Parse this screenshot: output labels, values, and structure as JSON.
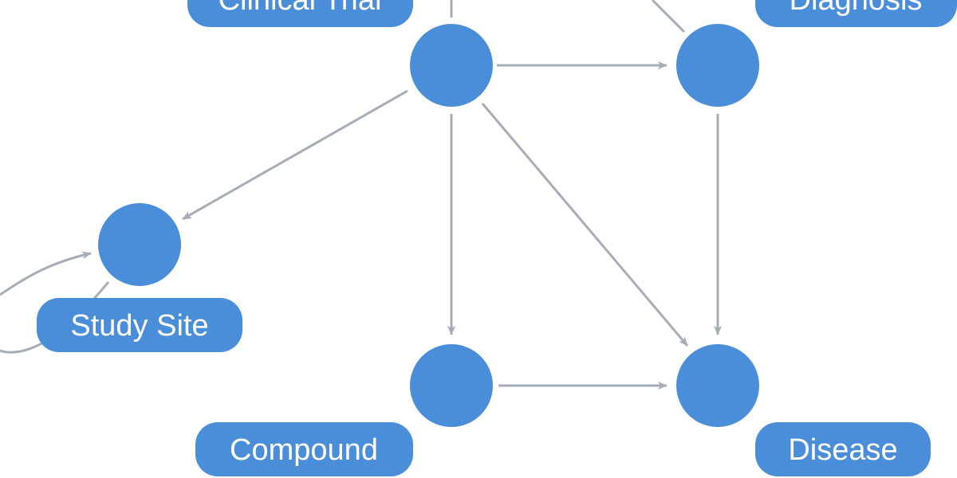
{
  "graph": {
    "nodes": [
      {
        "id": "clinical-trial",
        "label": "Clinical Trial"
      },
      {
        "id": "diagnosis",
        "label": "Diagnosis"
      },
      {
        "id": "study-site",
        "label": "Study Site"
      },
      {
        "id": "compound",
        "label": "Compound"
      },
      {
        "id": "disease",
        "label": "Disease"
      }
    ],
    "edges": [
      {
        "from": "clinical-trial",
        "to": "diagnosis"
      },
      {
        "from": "clinical-trial",
        "to": "study-site"
      },
      {
        "from": "clinical-trial",
        "to": "compound"
      },
      {
        "from": "clinical-trial",
        "to": "disease"
      },
      {
        "from": "diagnosis",
        "to": "disease"
      },
      {
        "from": "compound",
        "to": "disease"
      },
      {
        "from": "study-site",
        "to": "study-site"
      }
    ]
  },
  "colors": {
    "node_fill": "#4a8ed9",
    "label_fill": "#4a8ed9",
    "label_text": "#ffffff",
    "edge": "#a7adb8",
    "background": "#ffffff"
  }
}
